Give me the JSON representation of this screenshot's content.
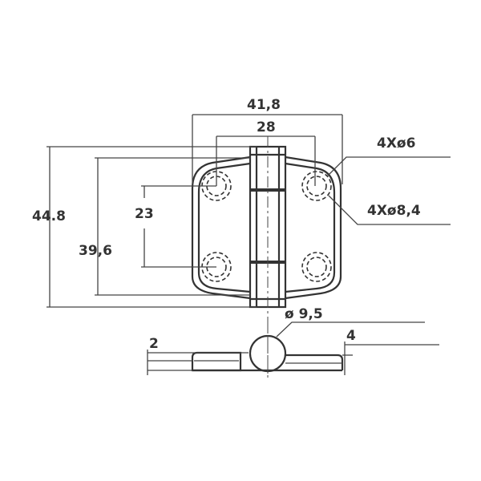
{
  "dimensions": {
    "overall_width": "41,8",
    "hole_spacing_horizontal": "28",
    "small_hole": "4Xø6",
    "large_hole": "4Xø8,4",
    "overall_height": "44.8",
    "leaf_height": "39,6",
    "hole_spacing_vertical": "23",
    "pin_diameter": "ø 9,5",
    "leaf_thickness": "2",
    "side_height": "4"
  }
}
